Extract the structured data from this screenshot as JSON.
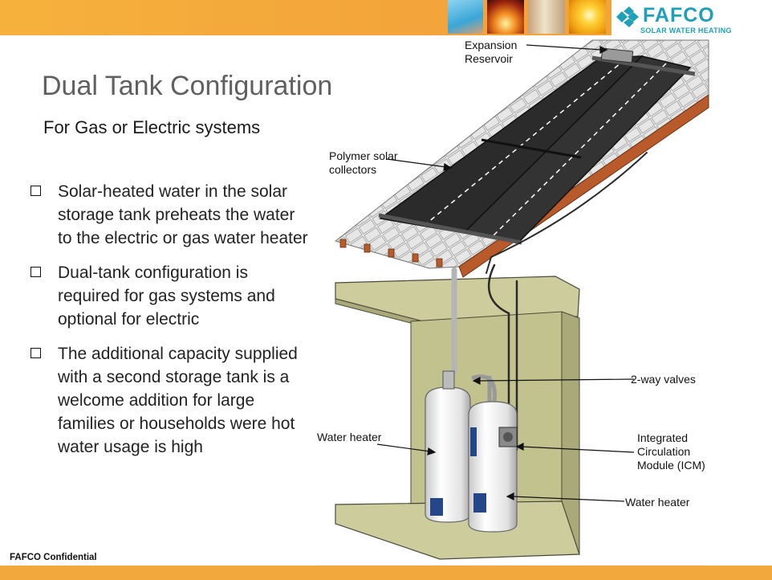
{
  "brand": {
    "logo": "FAFCO",
    "tagline": "SOLAR WATER HEATING",
    "band_color": "#f3a83d",
    "logo_color": "#20a0b8"
  },
  "slide": {
    "title": "Dual Tank Configuration",
    "subtitle": "For Gas or Electric systems"
  },
  "bullets": [
    "Solar-heated water in the solar storage tank preheats the water to the electric or gas water heater",
    "Dual-tank configuration is required for gas systems and optional for electric",
    "The additional capacity supplied with a second storage tank is a welcome addition for large families or households were hot water usage is high"
  ],
  "labels": {
    "expansion": [
      "Expansion",
      "Reservoir"
    ],
    "collectors": [
      "Polymer solar",
      "collectors"
    ],
    "valves": "2-way valves",
    "heater_left": "Water heater",
    "icm": [
      "Integrated",
      "Circulation",
      "Module (ICM)"
    ],
    "heater_right": "Water heater"
  },
  "footer": "FAFCO Confidential"
}
